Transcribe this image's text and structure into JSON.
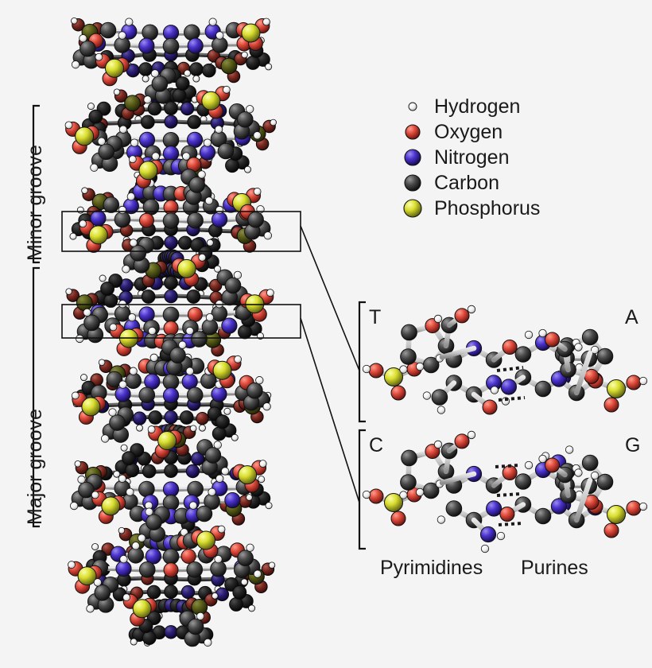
{
  "figure": {
    "subject": "DNA double helix structure",
    "background_color": "#f4f4f4"
  },
  "legend": {
    "items": [
      {
        "label": "Hydrogen",
        "color": "#f2f2f2",
        "radius": 5,
        "icon": "atom-sphere-icon"
      },
      {
        "label": "Oxygen",
        "color": "#de4b3c",
        "radius": 9,
        "icon": "atom-sphere-icon"
      },
      {
        "label": "Nitrogen",
        "color": "#4a33cc",
        "radius": 10,
        "icon": "atom-sphere-icon"
      },
      {
        "label": "Carbon",
        "color": "#4a4a4a",
        "radius": 10,
        "icon": "atom-sphere-icon"
      },
      {
        "label": "Phosphorus",
        "color": "#d9dd2e",
        "radius": 11,
        "icon": "atom-sphere-icon"
      }
    ]
  },
  "grooves": [
    {
      "label": "Minor groove"
    },
    {
      "label": "Major groove"
    }
  ],
  "base_pairs": [
    {
      "pyrimidine": "T",
      "purine": "A",
      "hydrogen_bonds": 2
    },
    {
      "pyrimidine": "C",
      "purine": "G",
      "hydrogen_bonds": 3
    }
  ],
  "base_class_labels": {
    "left": "Pyrimidines",
    "right": "Purines"
  },
  "atom_colors": {
    "hydrogen": "#f2f2f2",
    "oxygen": "#de4b3c",
    "nitrogen": "#4a33cc",
    "carbon": "#4a4a4a",
    "phosphorus": "#d9dd2e",
    "bond": "#cfcfcf",
    "outline": "#111111"
  }
}
